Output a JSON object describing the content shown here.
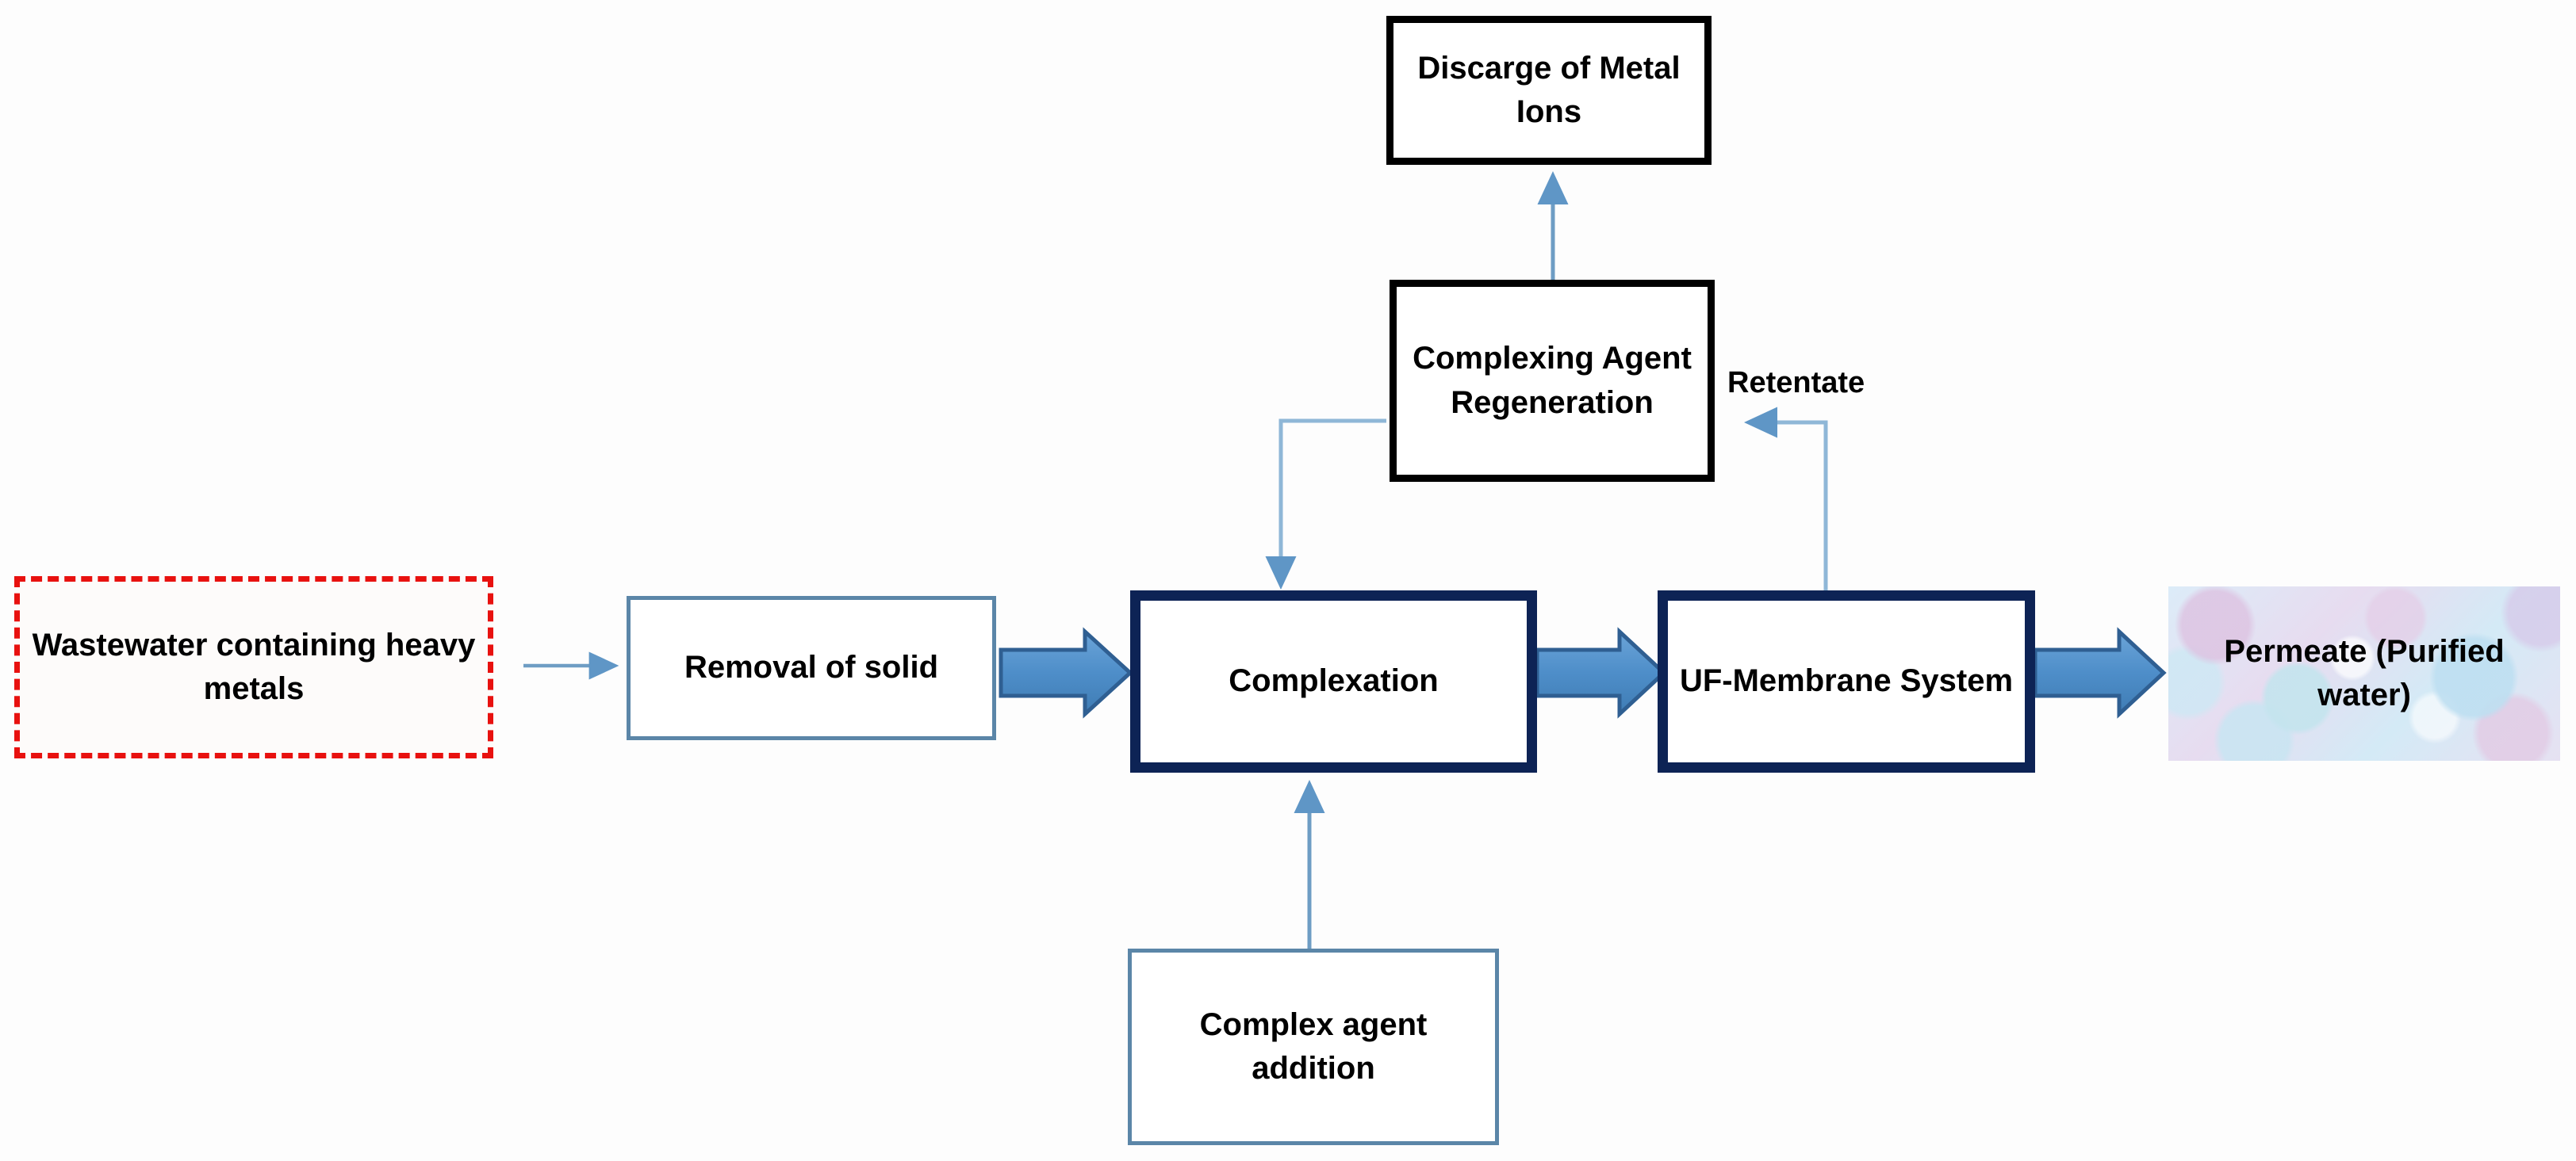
{
  "diagram": {
    "title": "Complexation-ultrafiltration process flow diagram",
    "background": "#fdfdfd",
    "colors": {
      "dashed_outline": "#e8110f",
      "thin_box_border": "#5b86a8",
      "navy_box_border": "#0d2355",
      "black_box_border": "#000000",
      "block_arrow_fill": "#4e8ec9",
      "block_arrow_stroke": "#2f5f92",
      "thin_arrow": "#6e9dc4",
      "permeate_texture": "#d6e7f5"
    }
  },
  "nodes": {
    "wastewater": {
      "label": "Wastewater containing heavy metals",
      "style": "dashed-red"
    },
    "removal_of_solid": {
      "label": "Removal of solid",
      "style": "thin-blue"
    },
    "complexation": {
      "label": "Complexation",
      "style": "navy-thick"
    },
    "uf_membrane": {
      "label": "UF-Membrane System",
      "style": "navy-thick"
    },
    "permeate": {
      "label": "Permeate (Purified water)",
      "style": "texture"
    },
    "discharge_metal_ions": {
      "label": "Discarge of Metal Ions",
      "style": "black"
    },
    "complexing_agent_regeneration": {
      "label": "Complexing Agent Regeneration",
      "style": "black"
    },
    "complex_agent_addition": {
      "label": "Complex agent addition",
      "style": "thin-blue"
    }
  },
  "edges": {
    "wastewater_to_removal": {
      "kind": "thin-arrow",
      "label": ""
    },
    "removal_to_complexation": {
      "kind": "block-arrow",
      "label": ""
    },
    "complexation_to_uf": {
      "kind": "block-arrow",
      "label": ""
    },
    "uf_to_permeate": {
      "kind": "block-arrow",
      "label": ""
    },
    "uf_to_regeneration": {
      "kind": "thin-elbow-arrow",
      "label": "Retentate"
    },
    "regeneration_to_complexation": {
      "kind": "thin-elbow-arrow",
      "label": ""
    },
    "regeneration_to_discharge": {
      "kind": "thin-arrow",
      "label": ""
    },
    "agent_addition_to_complexation": {
      "kind": "thin-arrow",
      "label": ""
    }
  }
}
